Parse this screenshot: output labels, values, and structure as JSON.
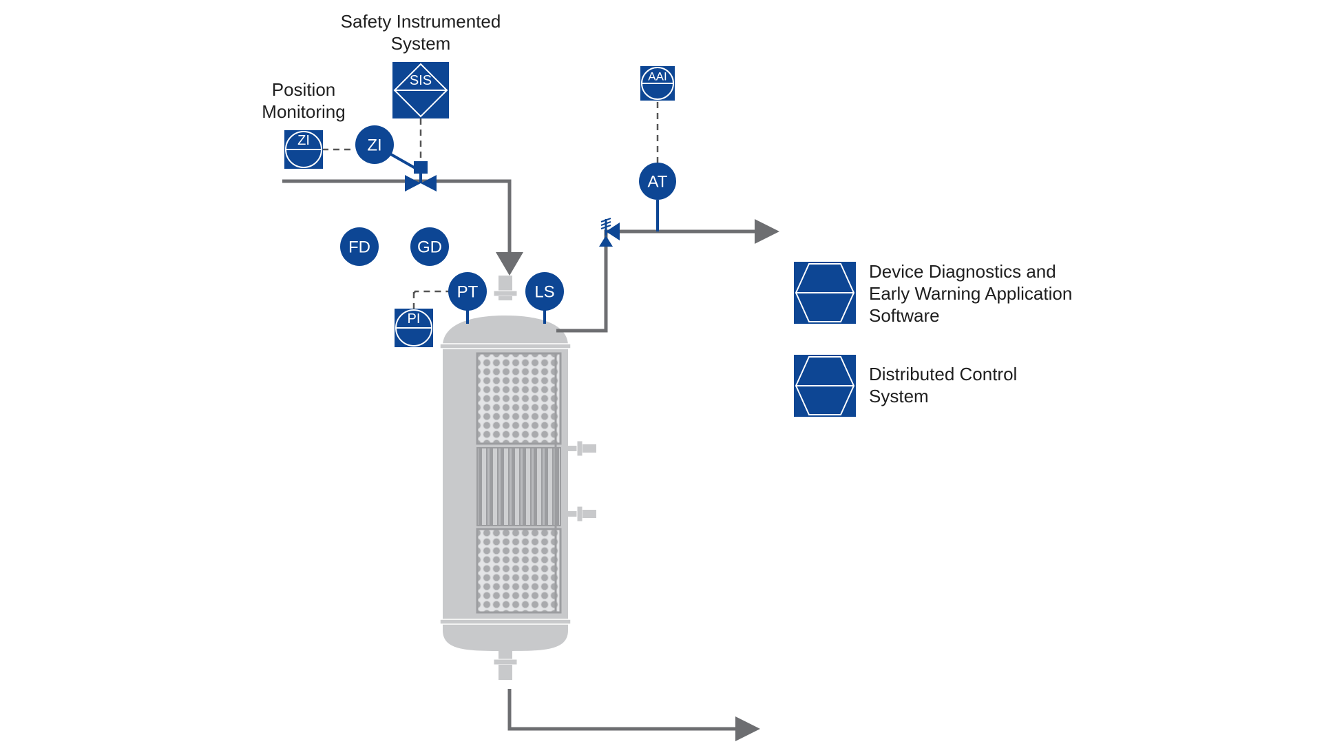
{
  "labels": {
    "sis_title_line1": "Safety Instrumented",
    "sis_title_line2": "System",
    "position_line1": "Position",
    "position_line2": "Monitoring"
  },
  "instruments": {
    "sis": "SIS",
    "zi_display": "ZI",
    "zi_bubble": "ZI",
    "aai": "AAI",
    "at": "AT",
    "fd": "FD",
    "gd": "GD",
    "pt": "PT",
    "ls": "LS",
    "pi": "PI"
  },
  "legend": {
    "diag_line1": "Device Diagnostics and",
    "diag_line2": "Early Warning Application",
    "diag_line3": "Software",
    "dcs_line1": "Distributed Control",
    "dcs_line2": "System"
  },
  "colors": {
    "instrument_blue": "#0d4694",
    "pipe_gray": "#6d6e71",
    "vessel_gray": "#c8c9cb"
  }
}
